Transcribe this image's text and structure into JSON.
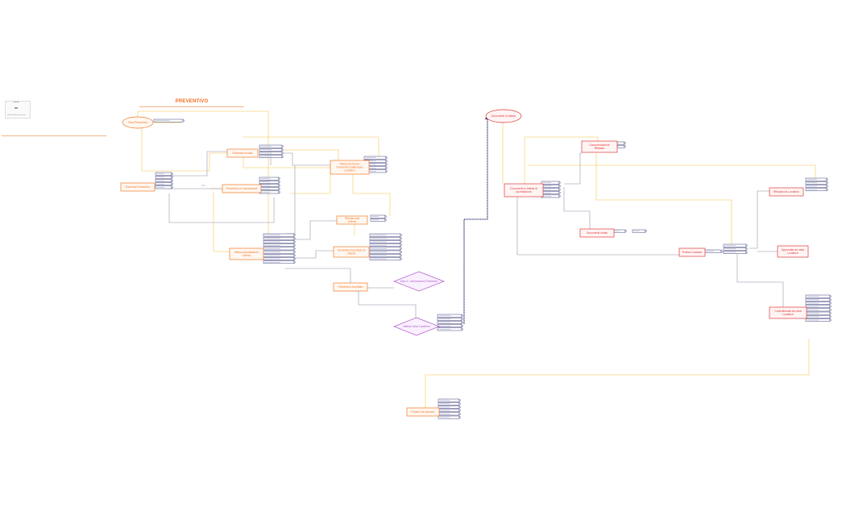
{
  "title": "PREVENTIVO",
  "legend": {
    "title": "Legenda",
    "number": "3%",
    "subtitle": "Stato Workflow Preventivi"
  },
  "colors": {
    "orange": "#f27a2b",
    "orange_fill": "#fff7f0",
    "red": "#e03a3a",
    "red_fill": "#fff4f4",
    "purple": "#b05cc7",
    "purple_fill": "#faf0ff",
    "yellow_line": "#f2c244",
    "navy": "#2b2d6e",
    "gray_line": "#8a8ea6"
  },
  "nodes": [
    {
      "id": "crea",
      "label": "Crea Preventivo",
      "shape": "oval",
      "color": "orange"
    },
    {
      "id": "richiesta",
      "label": "Richiesta Preventivo",
      "shape": "rect",
      "color": "orange"
    },
    {
      "id": "inviata",
      "label": "Richiesta Inviata",
      "shape": "rect",
      "color": "orange"
    },
    {
      "id": "lavorazione",
      "label": "Preventivo in Lavorazione",
      "shape": "rect",
      "color": "orange"
    },
    {
      "id": "nuovo",
      "label": "Richiesta Nuovo Preventivo Dalla base Locatrice",
      "shape": "rect",
      "color": "orange"
    },
    {
      "id": "rifiutato_cliente",
      "label": "Rifiutato dal Cliente",
      "shape": "rect",
      "color": "orange"
    },
    {
      "id": "attesa",
      "label": "Attesa Accettazione Cliente",
      "shape": "rect",
      "color": "orange"
    },
    {
      "id": "accettato_cliente",
      "label": "Preventivo Accettato al Cliente",
      "shape": "rect",
      "color": "orange"
    },
    {
      "id": "accettato",
      "label": "Preventivo Accettato",
      "shape": "rect",
      "color": "orange"
    },
    {
      "id": "invio",
      "label": "Invio C. Informazioni Preventivi",
      "shape": "diamond",
      "color": "purple"
    },
    {
      "id": "attesa_loc",
      "label": "Attesa Casa Locatrice",
      "shape": "diamond",
      "color": "purple"
    },
    {
      "id": "chiuso",
      "label": "Pratica Da lavorare",
      "shape": "rect",
      "color": "orange"
    },
    {
      "id": "documenti",
      "label": "Documenti in Attesa",
      "shape": "oval",
      "color": "red"
    },
    {
      "id": "doc_attesa",
      "label": "Documenti in Attesa di Accettazione",
      "shape": "rect",
      "color": "red"
    },
    {
      "id": "doc_rifiutata",
      "label": "Documentazione Rifiutata",
      "shape": "rect",
      "color": "red"
    },
    {
      "id": "doc_inviati",
      "label": "Documenti Inviati",
      "shape": "rect",
      "color": "red"
    },
    {
      "id": "pratica_caricata",
      "label": "Pratica Caricata",
      "shape": "rect",
      "color": "red"
    },
    {
      "id": "rifiutata_loc",
      "label": "Rifiutata da Locatrice",
      "shape": "rect",
      "color": "red"
    },
    {
      "id": "approvata",
      "label": "Approvata da casa Locatrice",
      "shape": "rect",
      "color": "red"
    },
    {
      "id": "controfirmata",
      "label": "Controfirmata da casa Locatrice",
      "shape": "rect",
      "color": "red"
    }
  ]
}
